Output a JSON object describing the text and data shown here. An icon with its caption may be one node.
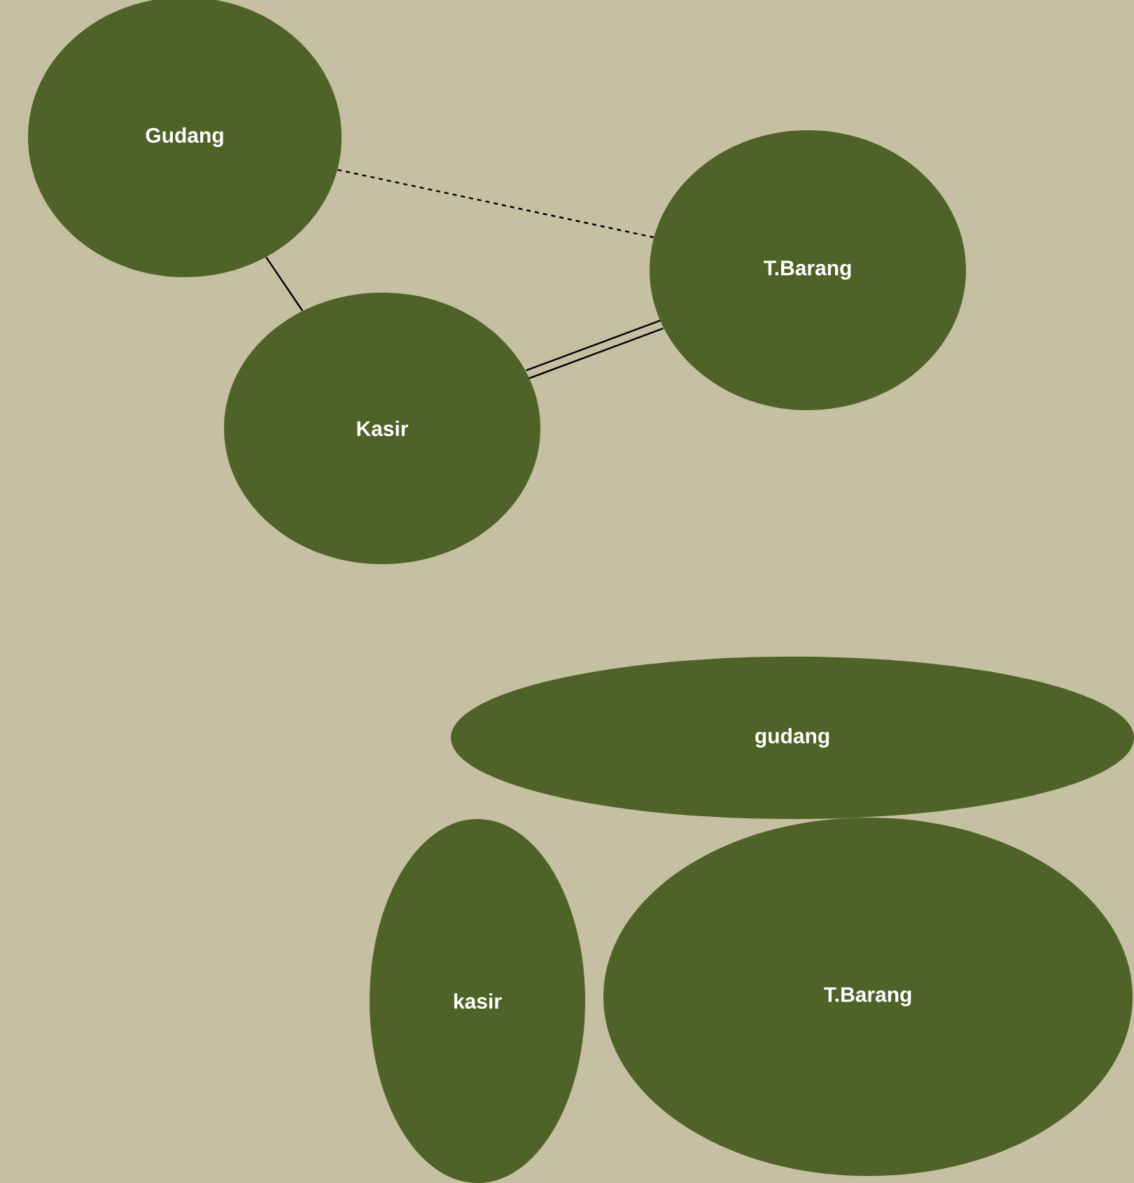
{
  "diagram": {
    "nodes": [
      {
        "text": [
          "Gudang"
        ]
      },
      {
        "text": [
          "T.Barang"
        ]
      },
      {
        "text": [
          "Kasir"
        ]
      },
      {
        "text": [
          "gudang"
        ]
      },
      {
        "text": [
          "kasir"
        ]
      },
      {
        "text": [
          "T.Barang"
        ]
      }
    ],
    "edges": [
      {
        "from": 0,
        "to": 1,
        "arrow": "none",
        "style": "dashed"
      },
      {
        "from": 0,
        "to": 2,
        "arrow": "none"
      },
      {
        "from": 2,
        "to": 1,
        "arrow": "none"
      },
      {
        "from": 2,
        "to": 1,
        "arrow": "none"
      }
    ]
  }
}
